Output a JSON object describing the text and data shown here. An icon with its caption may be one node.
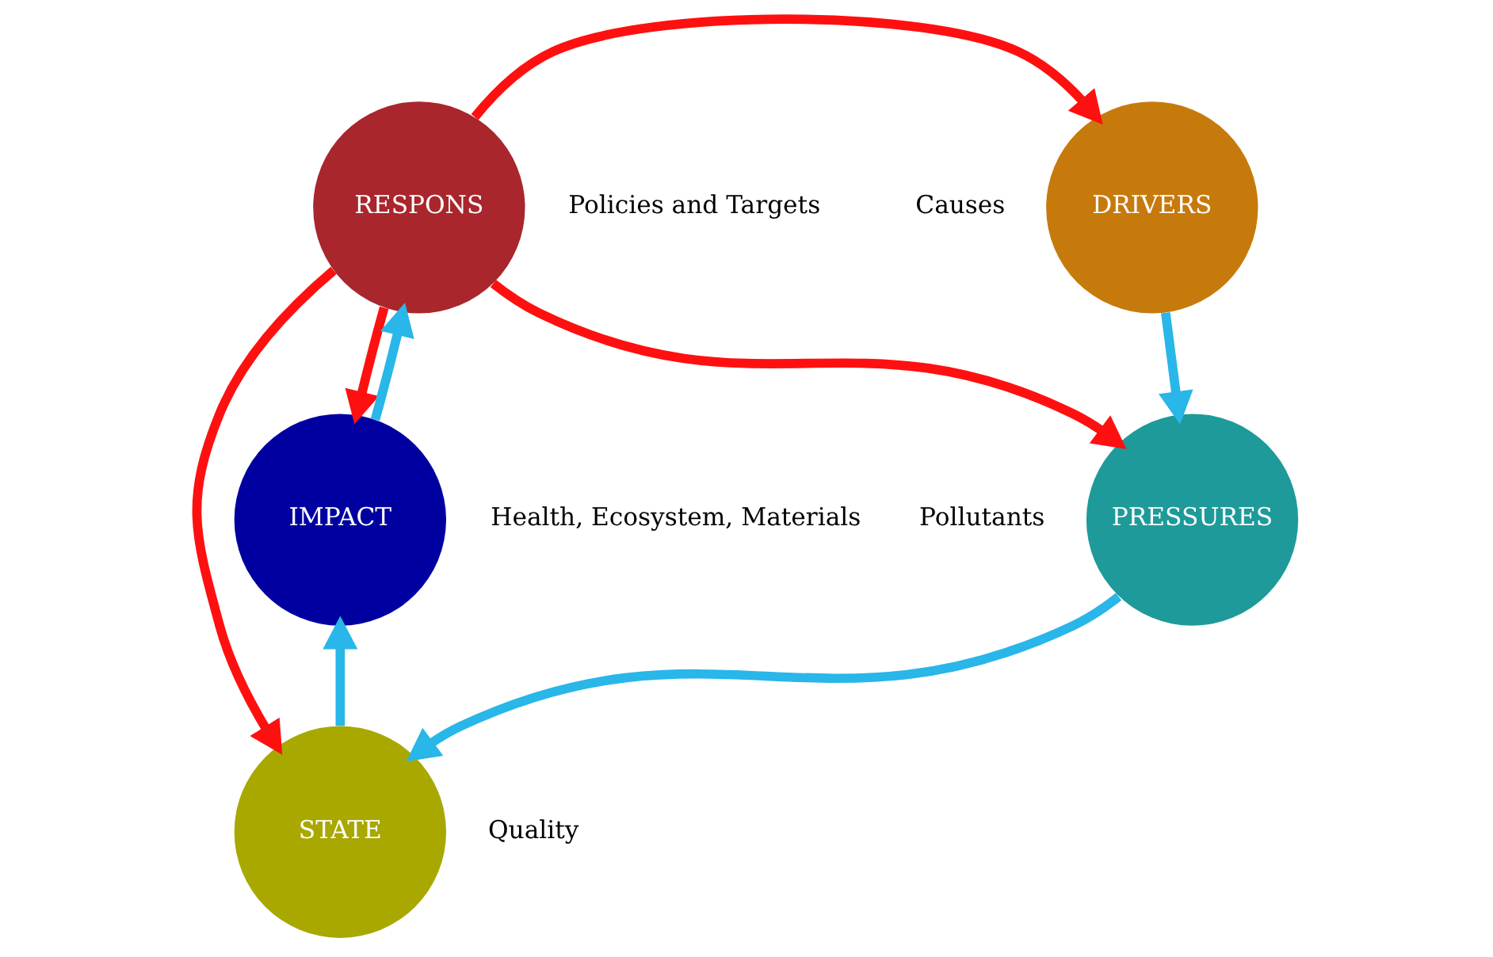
{
  "diagram": {
    "nodes": [
      {
        "text": [
          "DRIVERS"
        ],
        "beside": [
          "Causes"
        ]
      },
      {
        "text": [
          "RESPONS"
        ],
        "beside": [
          "Policies and Targets"
        ]
      },
      {
        "text": [
          "PRESSURES"
        ],
        "beside": [
          "Pollutants"
        ]
      },
      {
        "text": [
          "STATE"
        ],
        "beside": [
          "Quality"
        ]
      },
      {
        "text": [
          "IMPACT"
        ],
        "beside": [
          "Health, Ecosystem, Materials"
        ]
      }
    ],
    "edges": [
      {
        "from": 1,
        "to": 0,
        "arrow": "to",
        "color": "#ff1010"
      },
      {
        "from": 0,
        "to": 2,
        "arrow": "to",
        "color": "#29b6e8"
      },
      {
        "from": 1,
        "to": 2,
        "arrow": "to",
        "color": "#ff1010"
      },
      {
        "from": 1,
        "to": 3,
        "arrow": "to",
        "color": "#ff1010"
      },
      {
        "from": 1,
        "to": 4,
        "arrow": "to",
        "color": "#ff1010"
      },
      {
        "from": 4,
        "to": 1,
        "arrow": "to",
        "color": "#29b6e8"
      },
      {
        "from": 2,
        "to": 3,
        "arrow": "to",
        "color": "#29b6e8"
      },
      {
        "from": 3,
        "to": 4,
        "arrow": "to",
        "color": "#29b6e8"
      }
    ]
  }
}
